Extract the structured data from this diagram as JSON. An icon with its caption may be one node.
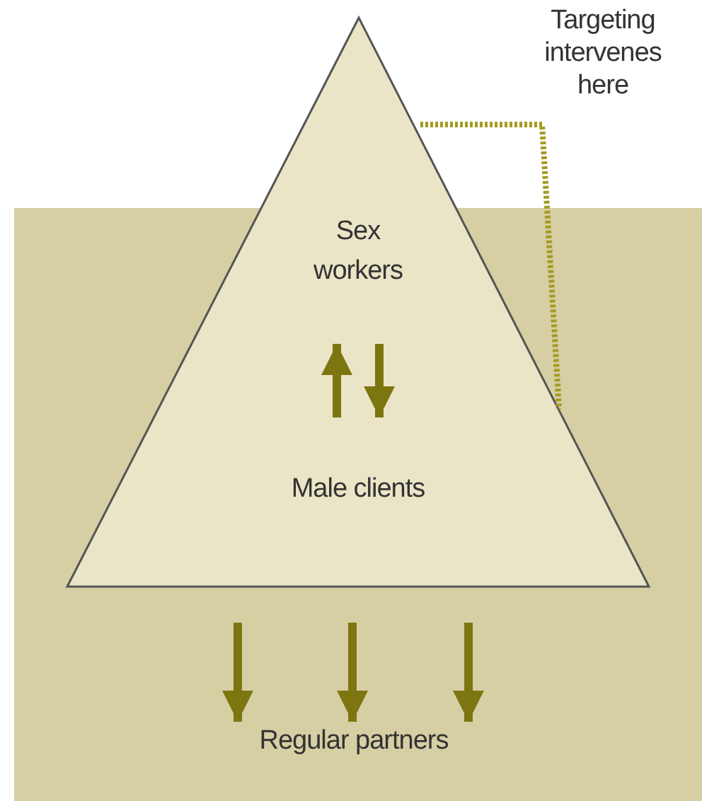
{
  "diagram": {
    "nodes": [
      {
        "text": [],
        "shape": "triangle"
      },
      {
        "text": [
          "Sex workers"
        ],
        "in": 0
      },
      {
        "text": [
          "Male clients"
        ],
        "in": 0
      },
      {
        "text": [
          "Regular partners"
        ]
      }
    ],
    "edges": [
      {
        "from": 2,
        "to": 1,
        "arrow": "to"
      },
      {
        "from": 1,
        "to": 2,
        "arrow": "to"
      },
      {
        "from": 0,
        "to": 3,
        "arrow": "to"
      },
      {
        "from": 0,
        "to": 3,
        "arrow": "to"
      },
      {
        "from": 0,
        "to": 3,
        "arrow": "to"
      }
    ],
    "labels": [
      "Targeting intervenes here"
    ]
  }
}
